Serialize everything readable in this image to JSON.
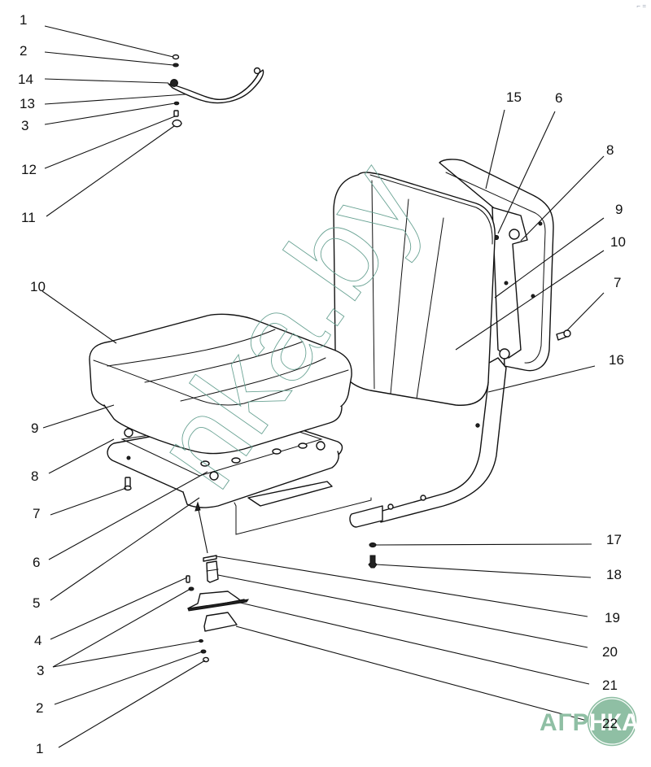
{
  "diagram": {
    "type": "exploded-parts-view",
    "subject": "seat assembly",
    "components": [
      {
        "id": "seat-cushion",
        "label": "seat cushion"
      },
      {
        "id": "backrest",
        "label": "backrest"
      },
      {
        "id": "backrest-bracket",
        "label": "backrest support bracket"
      },
      {
        "id": "seat-base-frame",
        "label": "seat base frame"
      },
      {
        "id": "strap",
        "label": "strap"
      },
      {
        "id": "fasteners",
        "label": "fasteners (bolts, nuts, washers)"
      }
    ],
    "callouts": [
      {
        "num": "1",
        "group": "top-left"
      },
      {
        "num": "2",
        "group": "top-left"
      },
      {
        "num": "14",
        "group": "top-left"
      },
      {
        "num": "13",
        "group": "top-left"
      },
      {
        "num": "3",
        "group": "top-left"
      },
      {
        "num": "12",
        "group": "top-left"
      },
      {
        "num": "11",
        "group": "top-left"
      },
      {
        "num": "15",
        "group": "backrest"
      },
      {
        "num": "6",
        "group": "backrest"
      },
      {
        "num": "8",
        "group": "backrest"
      },
      {
        "num": "9",
        "group": "backrest"
      },
      {
        "num": "10",
        "group": "backrest"
      },
      {
        "num": "7",
        "group": "backrest"
      },
      {
        "num": "16",
        "group": "backrest"
      },
      {
        "num": "10",
        "group": "seat"
      },
      {
        "num": "9",
        "group": "seat"
      },
      {
        "num": "8",
        "group": "seat"
      },
      {
        "num": "7",
        "group": "seat"
      },
      {
        "num": "6",
        "group": "seat"
      },
      {
        "num": "5",
        "group": "seat"
      },
      {
        "num": "4",
        "group": "bottom-left"
      },
      {
        "num": "3",
        "group": "bottom-left"
      },
      {
        "num": "2",
        "group": "bottom-left"
      },
      {
        "num": "1",
        "group": "bottom-left"
      },
      {
        "num": "17",
        "group": "right"
      },
      {
        "num": "18",
        "group": "right"
      },
      {
        "num": "19",
        "group": "right"
      },
      {
        "num": "20",
        "group": "right"
      },
      {
        "num": "21",
        "group": "right"
      },
      {
        "num": "22",
        "group": "right"
      }
    ]
  },
  "watermark": {
    "text": "nka.by",
    "color": "#6aa394"
  },
  "logo": {
    "text_left": "АГРО",
    "text_inner": "НКА",
    "color": "#8fbfa4"
  },
  "corner_mark": "⌐ ="
}
